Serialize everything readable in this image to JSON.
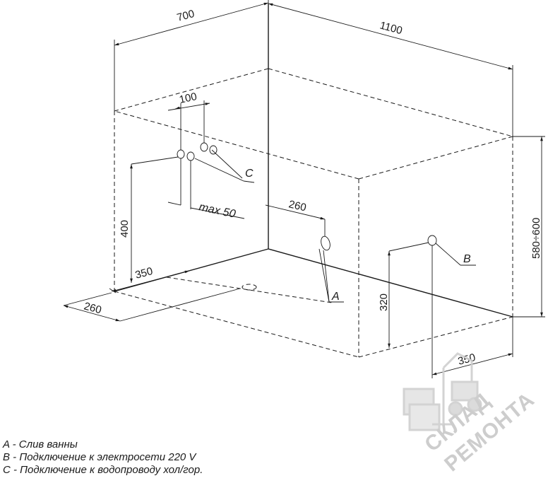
{
  "dimensions": {
    "width_top": "700",
    "length_top": "1100",
    "height_right": "580÷600",
    "pipe_spacing": "100",
    "max_offset": "max 50",
    "height_c": "400",
    "left_350": "350",
    "left_260": "260",
    "mid_260": "260",
    "height_b": "320",
    "right_350": "350"
  },
  "points": {
    "a": "A",
    "b": "B",
    "c": "C"
  },
  "legend": {
    "a": "A - Слив ванны",
    "b": "B - Подключение к электросети 220 V",
    "c": "C - Подключение к водопроводу хол/гор."
  },
  "watermark": {
    "line1": "СКЛАД",
    "line2": "РЕМОНТА"
  }
}
